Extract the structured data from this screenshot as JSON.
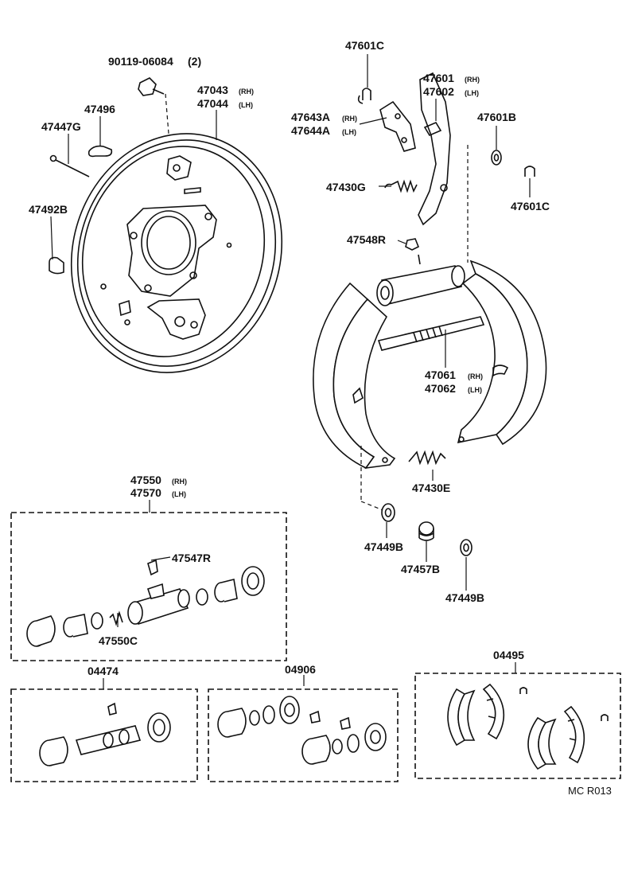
{
  "labels": {
    "p90119": "90119-06084",
    "p90119_qty": "(2)",
    "p47043": "47043",
    "p47044": "47044",
    "p47496": "47496",
    "p47447G": "47447G",
    "p47492B": "47492B",
    "p47601C_top": "47601C",
    "p47601": "47601",
    "p47602": "47602",
    "p47643A": "47643A",
    "p47644A": "47644A",
    "p47601B": "47601B",
    "p47430G": "47430G",
    "p47601C_right": "47601C",
    "p47548R": "47548R",
    "p47061": "47061",
    "p47062": "47062",
    "p47430E": "47430E",
    "p47449B_left": "47449B",
    "p47457B": "47457B",
    "p47449B_right": "47449B",
    "p47550": "47550",
    "p47570": "47570",
    "p47547R": "47547R",
    "p47550C": "47550C",
    "p04474": "04474",
    "p04906": "04906",
    "p04495": "04495",
    "footer_code": "MC R013"
  },
  "side_suffix": {
    "rh": "(RH)",
    "lh": "(LH)"
  }
}
